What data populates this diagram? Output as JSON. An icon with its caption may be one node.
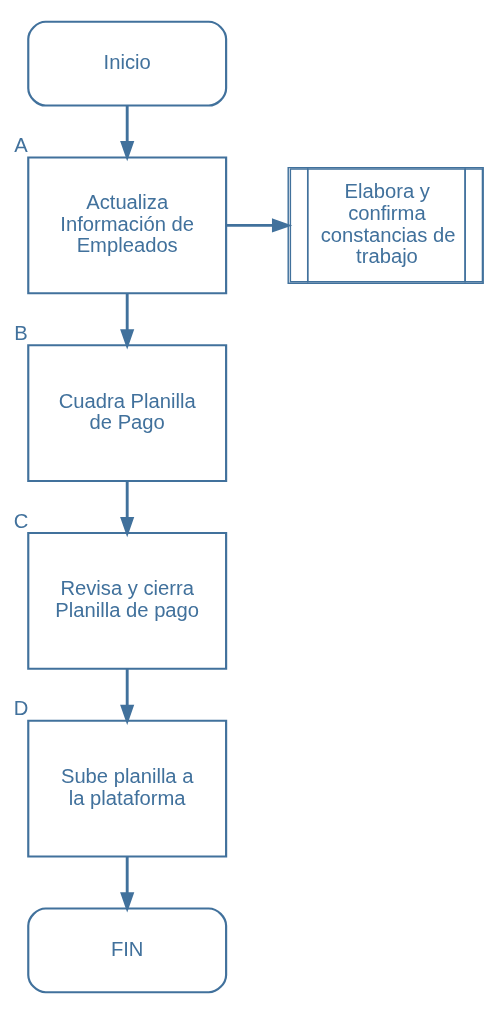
{
  "diagram": {
    "nodes": [
      {
        "text": [
          "Inicio"
        ]
      },
      {
        "text": [
          "Actualiza Información de Empleados"
        ],
        "beside": [
          "A"
        ]
      },
      {
        "text": [
          "Elabora y confirma constancias de trabajo"
        ]
      },
      {
        "text": [
          "Cuadra Planilla de Pago"
        ],
        "beside": [
          "B"
        ]
      },
      {
        "text": [
          "Revisa y cierra Planilla de pago"
        ],
        "beside": [
          "C"
        ]
      },
      {
        "text": [
          "Sube planilla a la plataforma"
        ],
        "beside": [
          "D"
        ]
      },
      {
        "text": [
          "FIN"
        ]
      }
    ],
    "edges": [
      {
        "from": 0,
        "to": 1,
        "arrow": "to"
      },
      {
        "from": 1,
        "to": 2,
        "arrow": "to"
      },
      {
        "from": 1,
        "to": 3,
        "arrow": "to"
      },
      {
        "from": 3,
        "to": 4,
        "arrow": "to"
      },
      {
        "from": 4,
        "to": 5,
        "arrow": "to"
      },
      {
        "from": 5,
        "to": 6,
        "arrow": "to"
      }
    ]
  }
}
